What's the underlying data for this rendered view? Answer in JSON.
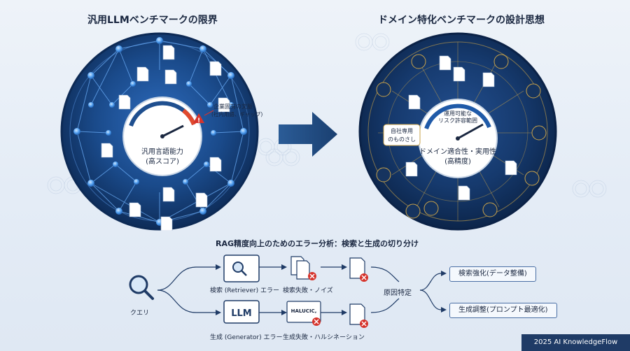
{
  "left_panel": {
    "title": "汎用LLMベンチマークの限界",
    "gauge_label_line1": "汎用言語能力",
    "gauge_label_line2": "(高スコア)",
    "warning_line1": "企業固有の文脈",
    "warning_line2": "(社内用語、ギャップ)"
  },
  "right_panel": {
    "title": "ドメイン特化ベンチマークの設計思想",
    "gauge_top_line1": "運用可能な",
    "gauge_top_line2": "リスク許容範囲",
    "gauge_label_line1": "ドメイン適合性・実用性",
    "gauge_label_line2": "(高精度)",
    "side_line1": "自社専用",
    "side_line2": "のものさし"
  },
  "rag": {
    "title": "RAG精度向上のためのエラー分析：検索と生成の切り分け",
    "query_label": "クエリ",
    "retriever_label": "検索 (Retriever) エラー",
    "retriever_failure_label": "検索失敗・ノイズ",
    "generator_label": "生成 (Generator) エラー",
    "generator_failure_label": "生成失敗・ハルシネーション",
    "llm_text": "LLM",
    "hallucination_text": "HALUCIC,",
    "root_cause_label": "原因特定",
    "action_retrieval": "検索強化(データ整備)",
    "action_generation": "生成調整(プロンプト最適化)"
  },
  "footer": {
    "text": "2025 AI KnowledgeFlow"
  },
  "colors": {
    "navy": "#12305a",
    "network_blue": "#3f8be0",
    "accent_red": "#d6342c",
    "gold_line": "#c8a24a",
    "footer_bg": "#1f3b66"
  }
}
